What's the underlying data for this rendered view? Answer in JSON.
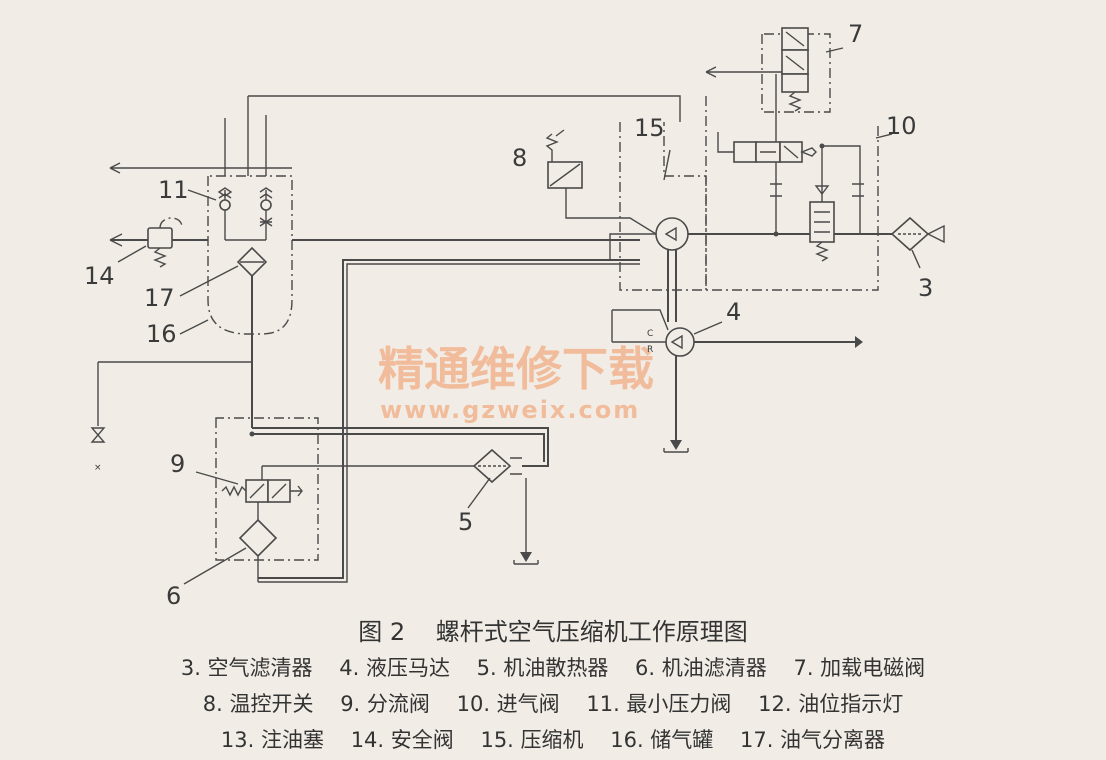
{
  "watermark": {
    "cn": "精通维修下载",
    "url": "www.gzweix.com"
  },
  "callouts": [
    "3",
    "4",
    "5",
    "6",
    "7",
    "8",
    "9",
    "10",
    "11",
    "14",
    "15",
    "16",
    "17"
  ],
  "port_letters": {
    "c": "C",
    "r": "R"
  },
  "caption": {
    "figure": "图 2",
    "title": "螺杆式空气压缩机工作原理图"
  },
  "legend": [
    [
      "3. 空气滤清器",
      "4. 液压马达",
      "5. 机油散热器",
      "6. 机油滤清器",
      "7. 加载电磁阀"
    ],
    [
      "8. 温控开关",
      "9. 分流阀",
      "10. 进气阀",
      "11. 最小压力阀",
      "12. 油位指示灯"
    ],
    [
      "13. 注油塞",
      "14. 安全阀",
      "15. 压缩机",
      "16. 储气罐",
      "17. 油气分离器"
    ]
  ]
}
